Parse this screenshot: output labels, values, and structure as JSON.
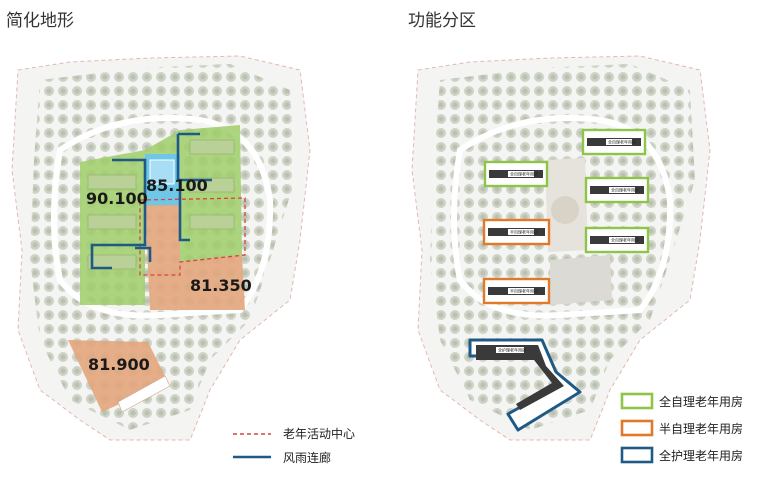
{
  "left_panel": {
    "title": "简化地形",
    "elevations": [
      "85.100",
      "90.100",
      "81.350",
      "81.900"
    ],
    "legend": [
      {
        "label": "老年活动中心",
        "style": "dashed",
        "color": "#d9443a"
      },
      {
        "label": "风雨连廊",
        "style": "solid",
        "color": "#1f5a86"
      }
    ],
    "zone_colors": {
      "green": "#9fce6a",
      "orange": "#e3a67d",
      "blue": "#6cc6ee"
    }
  },
  "right_panel": {
    "title": "功能分区",
    "legend": [
      {
        "label": "全自理老年用房",
        "color": "#8ec549"
      },
      {
        "label": "半自理老年用房",
        "color": "#e07a2a"
      },
      {
        "label": "全护理老年用房",
        "color": "#1f5a86"
      }
    ],
    "building_labels": [
      "全自理老年用房",
      "半自理老年用房",
      "全护理老年用房"
    ]
  }
}
